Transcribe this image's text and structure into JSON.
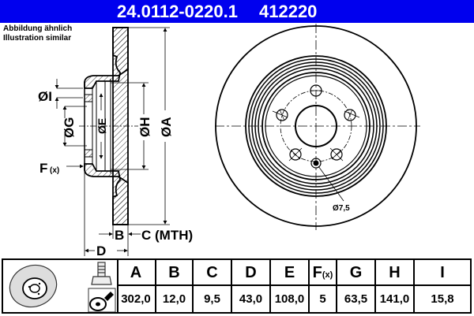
{
  "header": {
    "part_number": "24.0112-0220.1",
    "reference": "412220",
    "bg_color": "#0000ee"
  },
  "note": {
    "line1": "Abbildung ähnlich",
    "line2": "Illustration similar"
  },
  "side_view": {
    "labels": {
      "I": "ØI",
      "G": "ØG",
      "E": "ØE",
      "H": "ØH",
      "A": "ØA",
      "F": "F",
      "F_sub": "(x)",
      "B": "B",
      "C": "C (MTH)",
      "D": "D"
    }
  },
  "front_view": {
    "hole_label": "Ø7,5",
    "bolt_holes": 5
  },
  "table": {
    "columns": [
      {
        "key": "A",
        "label": "A",
        "value": "302,0"
      },
      {
        "key": "B",
        "label": "B",
        "value": "12,0"
      },
      {
        "key": "C",
        "label": "C",
        "value": "9,5"
      },
      {
        "key": "D",
        "label": "D",
        "value": "43,0"
      },
      {
        "key": "E",
        "label": "E",
        "value": "108,0"
      },
      {
        "key": "F",
        "label": "F",
        "sub": "(x)",
        "value": "5"
      },
      {
        "key": "G",
        "label": "G",
        "value": "63,5"
      },
      {
        "key": "H",
        "label": "H",
        "value": "141,0"
      },
      {
        "key": "I",
        "label": "I",
        "value": "15,8"
      }
    ]
  },
  "icons": [
    "brake-disc-icon",
    "bolt-icon",
    "grease-application-icon"
  ]
}
